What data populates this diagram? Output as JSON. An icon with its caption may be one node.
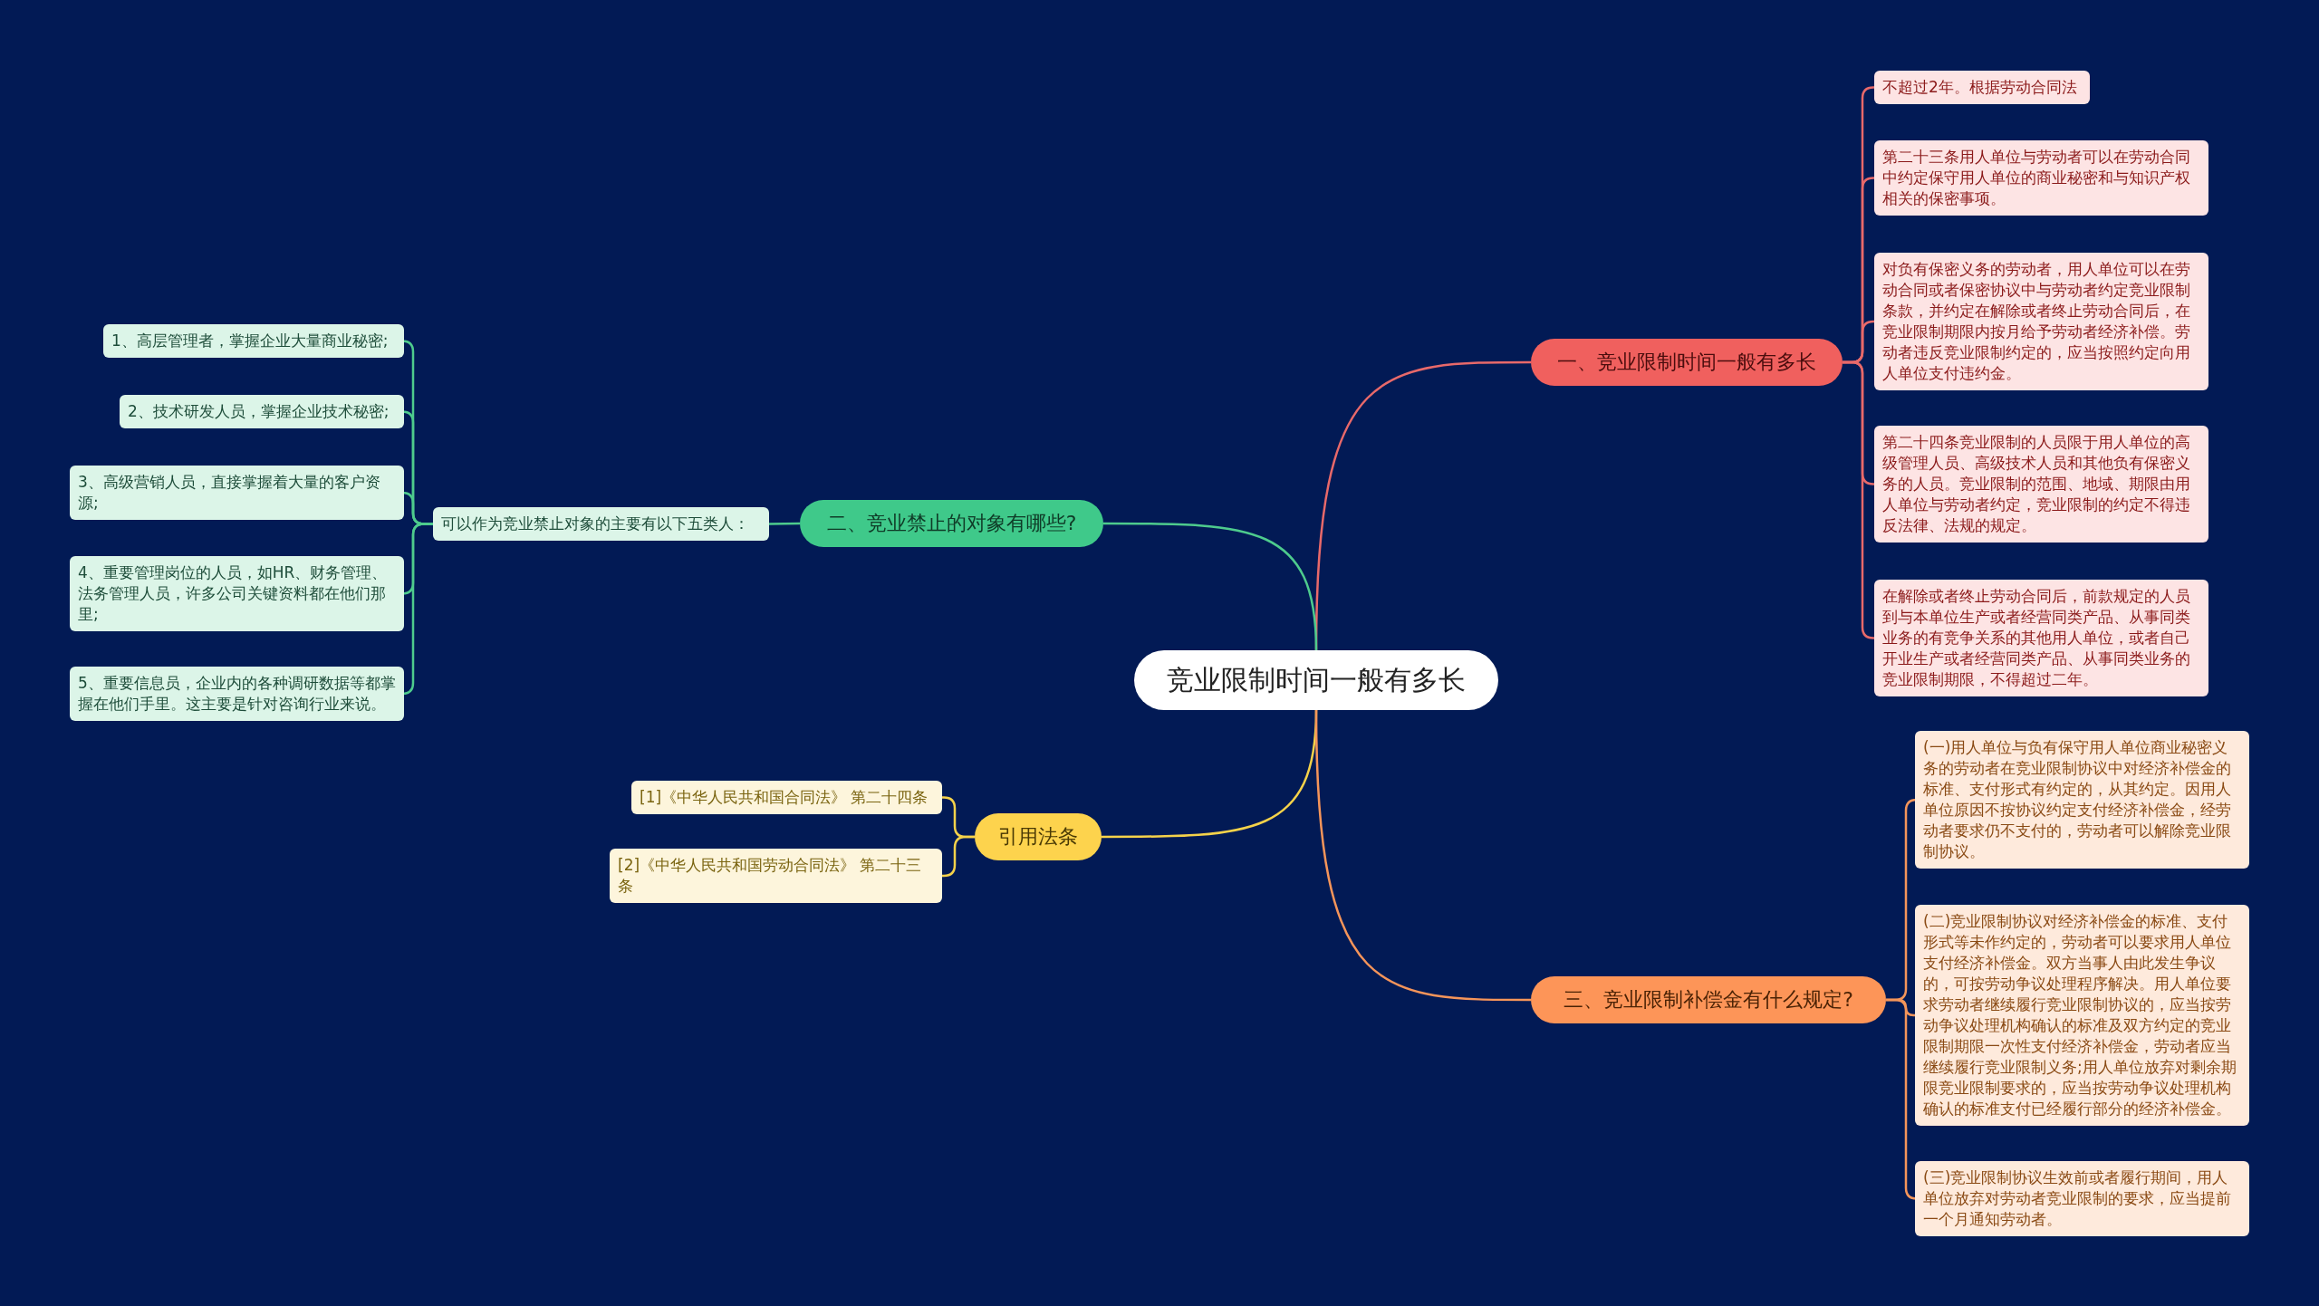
{
  "diagram": {
    "nodes": [
      {
        "text": [
          "竞业限制时间一般有多长"
        ]
      },
      {
        "text": [
          "一、竞业限制时间一般有多长"
        ]
      },
      {
        "text": [
          "不超过2年。根据劳动合同法"
        ]
      },
      {
        "text": [
          "第二十三条用人单位与劳动者可以在劳动合同中约定保守用人单位的商业秘密和与知识产权相关的保密事项。"
        ]
      },
      {
        "text": [
          "对负有保密义务的劳动者，用人单位可以在劳动合同或者保密协议中与劳动者约定竞业限制条款，并约定在解除或者终止劳动合同后，在竞业限制期限内按月给予劳动者经济补偿。劳动者违反竞业限制约定的，应当按照约定向用人单位支付违约金。"
        ]
      },
      {
        "text": [
          "第二十四条竞业限制的人员限于用人单位的高级管理人员、高级技术人员和其他负有保密义务的人员。竞业限制的范围、地域、期限由用人单位与劳动者约定，竞业限制的约定不得违反法律、法规的规定。"
        ]
      },
      {
        "text": [
          "在解除或者终止劳动合同后，前款规定的人员到与本单位生产或者经营同类产品、从事同类业务的有竞争关系的其他用人单位，或者自己开业生产或者经营同类产品、从事同类业务的竞业限制期限，不得超过二年。"
        ]
      },
      {
        "text": [
          "二、竞业禁止的对象有哪些?"
        ]
      },
      {
        "text": [
          "可以作为竞业禁止对象的主要有以下五类人："
        ]
      },
      {
        "text": [
          "1、高层管理者，掌握企业大量商业秘密;"
        ]
      },
      {
        "text": [
          "2、技术研发人员，掌握企业技术秘密;"
        ]
      },
      {
        "text": [
          "3、高级营销人员，直接掌握着大量的客户资源;"
        ]
      },
      {
        "text": [
          "4、重要管理岗位的人员，如HR、财务管理、法务管理人员，许多公司关键资料都在他们那里;"
        ]
      },
      {
        "text": [
          "5、重要信息员，企业内的各种调研数据等都掌握在他们手里。这主要是针对咨询行业来说。"
        ]
      },
      {
        "text": [
          "引用法条"
        ]
      },
      {
        "text": [
          "[1]《中华人民共和国合同法》 第二十四条"
        ]
      },
      {
        "text": [
          "[2]《中华人民共和国劳动合同法》 第二十三条"
        ]
      },
      {
        "text": [
          "三、竞业限制补偿金有什么规定?"
        ]
      },
      {
        "text": [
          "(一)用人单位与负有保守用人单位商业秘密义务的劳动者在竞业限制协议中对经济补偿金的标准、支付形式有约定的，从其约定。因用人单位原因不按协议约定支付经济补偿金，经劳动者要求仍不支付的，劳动者可以解除竞业限制协议。"
        ]
      },
      {
        "text": [
          "(二)竞业限制协议对经济补偿金的标准、支付形式等未作约定的，劳动者可以要求用人单位支付经济补偿金。双方当事人由此发生争议的，可按劳动争议处理程序解决。用人单位要求劳动者继续履行竞业限制协议的，应当按劳动争议处理机构确认的标准及双方约定的竞业限制期限一次性支付经济补偿金，劳动者应当继续履行竞业限制义务;用人单位放弃对剩余期限竞业限制要求的，应当按劳动争议处理机构确认的标准支付已经履行部分的经济补偿金。"
        ]
      },
      {
        "text": [
          "(三)竞业限制协议生效前或者履行期间，用人单位放弃对劳动者竞业限制的要求，应当提前一个月通知劳动者。"
        ]
      }
    ],
    "edges": [
      {
        "from": 0,
        "to": 1,
        "arrow": "none",
        "color": "#e8696a"
      },
      {
        "from": 1,
        "to": 2,
        "arrow": "none",
        "color": "#e8696a"
      },
      {
        "from": 1,
        "to": 3,
        "arrow": "none",
        "color": "#e8696a"
      },
      {
        "from": 1,
        "to": 4,
        "arrow": "none",
        "color": "#e8696a"
      },
      {
        "from": 1,
        "to": 5,
        "arrow": "none",
        "color": "#e8696a"
      },
      {
        "from": 1,
        "to": 6,
        "arrow": "none",
        "color": "#e8696a"
      },
      {
        "from": 0,
        "to": 7,
        "arrow": "none"
      },
      {
        "from": 7,
        "to": 8,
        "arrow": "none"
      },
      {
        "from": 8,
        "to": 9,
        "arrow": "none"
      },
      {
        "from": 8,
        "to": 10,
        "arrow": "none"
      },
      {
        "from": 8,
        "to": 11,
        "arrow": "none"
      },
      {
        "from": 8,
        "to": 12,
        "arrow": "none"
      },
      {
        "from": 8,
        "to": 13,
        "arrow": "none"
      },
      {
        "from": 0,
        "to": 14,
        "arrow": "none",
        "color": "#f5d24a"
      },
      {
        "from": 14,
        "to": 15,
        "arrow": "none",
        "color": "#f5d24a"
      },
      {
        "from": 14,
        "to": 16,
        "arrow": "none",
        "color": "#f5d24a"
      },
      {
        "from": 0,
        "to": 17,
        "arrow": "none",
        "color": "#f5955a"
      },
      {
        "from": 17,
        "to": 18,
        "arrow": "none",
        "color": "#f5955a"
      },
      {
        "from": 17,
        "to": 19,
        "arrow": "none",
        "color": "#f5955a"
      },
      {
        "from": 17,
        "to": 20,
        "arrow": "none",
        "color": "#f5955a"
      }
    ]
  }
}
